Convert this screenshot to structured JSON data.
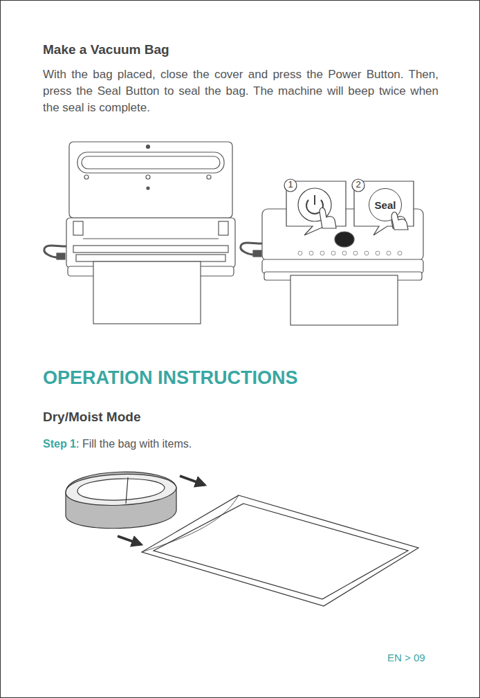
{
  "diagram": {
    "nodes": [
      {
        "text": [
          "Seal"
        ]
      }
    ],
    "labels": [
      "Make a Vacuum Bag",
      "With the bag placed, close the cover and press the Power Button. Then, press the Seal Button to seal the bag. The machine will beep twice when the seal is complete.",
      "1",
      "2",
      "OPERATION INSTRUCTIONS",
      "Dry/Moist Mode",
      "Step 1",
      ": Fill the bag with items.",
      "EN > 09"
    ]
  }
}
